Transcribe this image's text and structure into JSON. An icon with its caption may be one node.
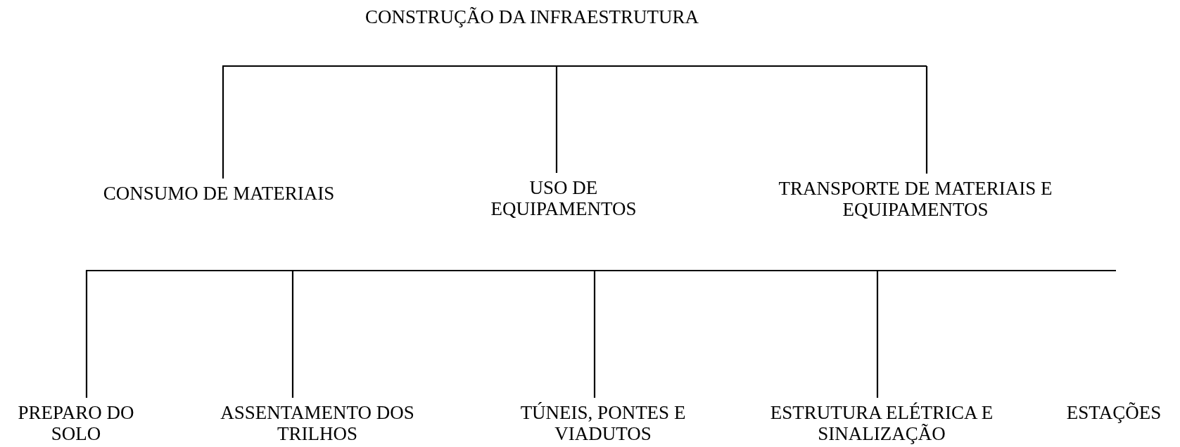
{
  "diagram": {
    "title": "CONSTRUÇÃO DA INFRAESTRUTURA",
    "nodes": [
      {
        "text": [
          "CONSUMO DE MATERIAIS"
        ]
      },
      {
        "text": [
          "USO DE EQUIPAMENTOS"
        ]
      },
      {
        "text": [
          "TRANSPORTE DE MATERIAIS E EQUIPAMENTOS"
        ]
      },
      {
        "text": [
          "PREPARO DO SOLO"
        ]
      },
      {
        "text": [
          "ASSENTAMENTO DOS TRILHOS"
        ]
      },
      {
        "text": [
          "TÚNEIS, PONTES E VIADUTOS"
        ]
      },
      {
        "text": [
          "ESTRUTURA ELÉTRICA E SINALIZAÇÃO"
        ]
      },
      {
        "text": [
          "ESTAÇÕES"
        ]
      }
    ],
    "edges": [
      {
        "from": null,
        "to": 0,
        "arrow": "none"
      },
      {
        "from": null,
        "to": 1,
        "arrow": "none"
      },
      {
        "from": null,
        "to": 2,
        "arrow": "none"
      },
      {
        "from": null,
        "to": 3,
        "arrow": "none"
      },
      {
        "from": null,
        "to": 4,
        "arrow": "none"
      },
      {
        "from": null,
        "to": 5,
        "arrow": "none"
      },
      {
        "from": null,
        "to": 6,
        "arrow": "none"
      }
    ]
  }
}
